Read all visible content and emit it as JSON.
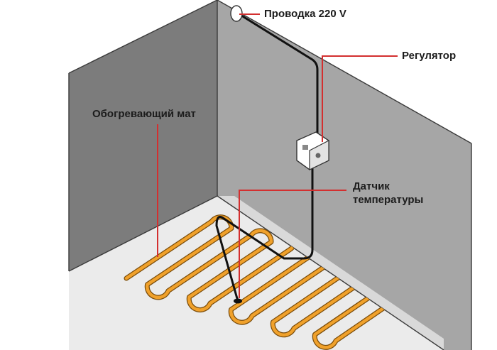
{
  "labels": {
    "wiring": "Проводка 220 V",
    "regulator": "Регулятор",
    "heating_mat": "Обогревающий мат",
    "sensor_line1": "Датчик",
    "sensor_line2": "температуры"
  },
  "colors": {
    "wall_left": "#7c7c7c",
    "wall_back": "#a6a6a6",
    "floor": "#ebebeb",
    "heating_cable": "#f0a12b",
    "leader_line": "#d32f2f",
    "wire": "#111111"
  },
  "icons": {
    "outlet": "wall-outlet-icon",
    "thermostat": "thermostat-icon",
    "sensor": "temperature-sensor-icon"
  }
}
